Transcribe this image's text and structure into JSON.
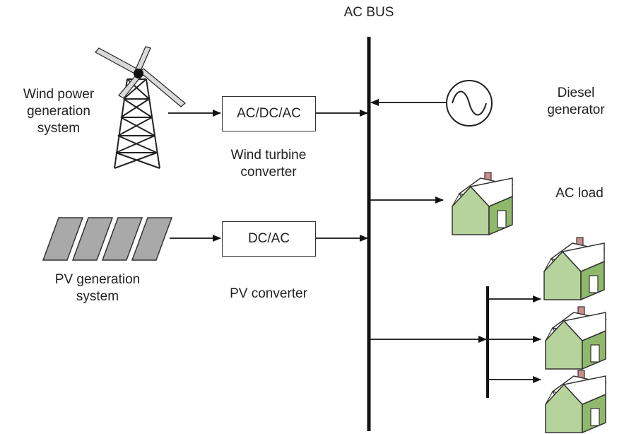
{
  "bus": {
    "title": "AC BUS"
  },
  "sources": {
    "wind": {
      "label_lines": [
        "Wind power",
        "generation",
        "system"
      ]
    },
    "pv": {
      "label_lines": [
        "PV generation",
        "system"
      ]
    },
    "diesel": {
      "label_lines": [
        "Diesel",
        "generator"
      ]
    }
  },
  "converters": {
    "wind": {
      "box_label": "AC/DC/AC",
      "caption_lines": [
        "Wind turbine",
        "converter"
      ]
    },
    "pv": {
      "box_label": "DC/AC",
      "caption": "PV converter"
    }
  },
  "loads": {
    "label": "AC load"
  },
  "colors": {
    "line": "#111111",
    "house_wall": "#ffffff",
    "house_gable": "#b5d39a",
    "house_roof_side": "#8fb86a",
    "pv_panel": "#a9a9a9",
    "chimney": "#c98f8f"
  },
  "icons": {
    "wind": "wind-turbine-icon",
    "pv": "solar-panel-icon",
    "diesel": "ac-generator-icon",
    "load": "house-icon"
  }
}
